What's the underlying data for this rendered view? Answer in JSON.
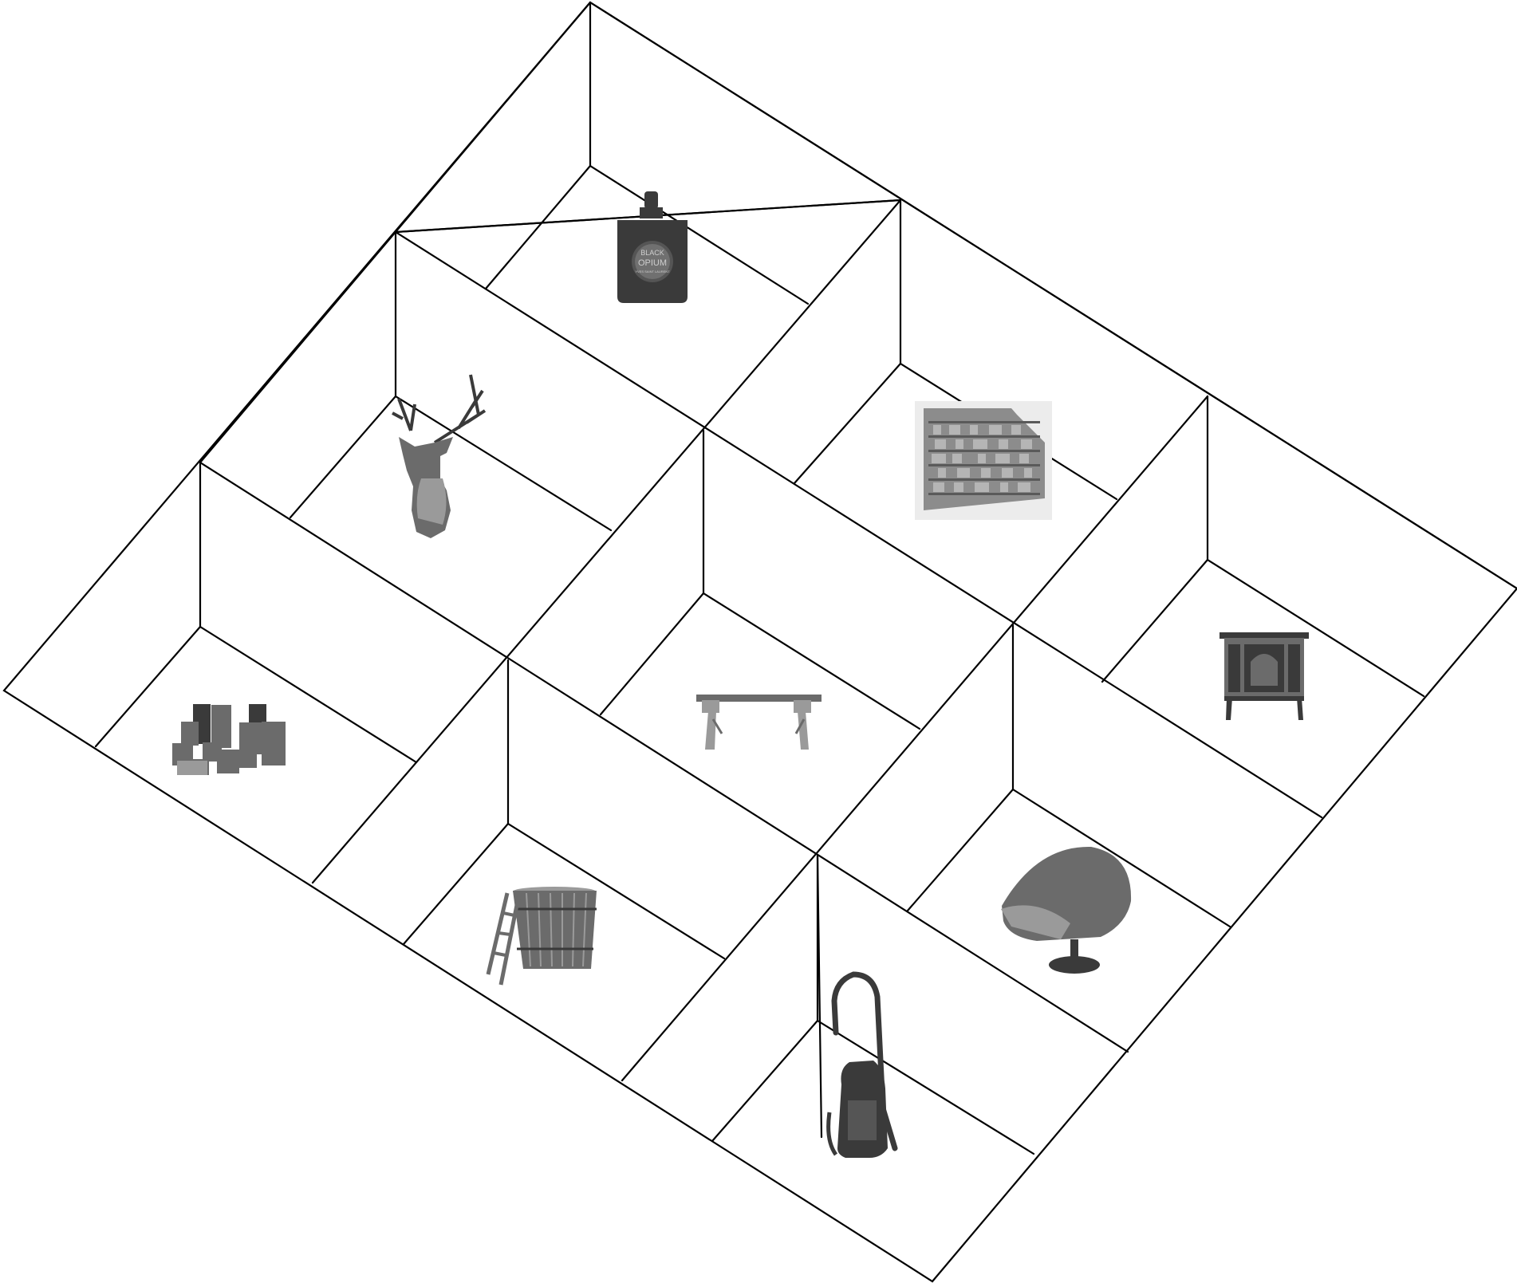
{
  "rooms": [
    {
      "id": "room-1",
      "object": "perfume-bottle",
      "printed_text": [
        "BLACK",
        "OPIUM",
        "YVES SAINT LAURENT"
      ]
    },
    {
      "id": "room-2",
      "object": "deer-trophy-head"
    },
    {
      "id": "room-3",
      "object": "bookshelf-building-model"
    },
    {
      "id": "room-4",
      "object": "stacked-blocks"
    },
    {
      "id": "room-5",
      "object": "wooden-bench"
    },
    {
      "id": "room-6",
      "object": "antique-cabinet"
    },
    {
      "id": "room-7",
      "object": "wooden-hot-tub-with-ladder"
    },
    {
      "id": "room-8",
      "object": "lounge-armchair"
    },
    {
      "id": "room-9",
      "object": "vacuum-cleaner"
    }
  ],
  "colors": {
    "line": "#000000",
    "background": "#ffffff",
    "object_dark": "#3a3a3a",
    "object_mid": "#6b6b6b",
    "object_light": "#9a9a9a"
  }
}
